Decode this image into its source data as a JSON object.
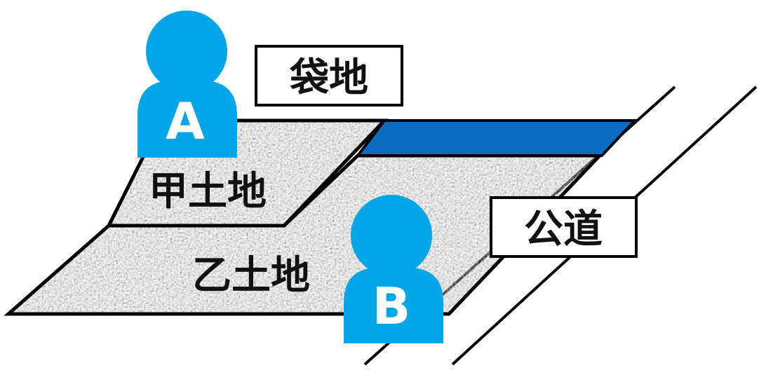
{
  "labels": {
    "landlocked": "袋地",
    "public_road": "公道",
    "land_a": "甲土地",
    "land_b": "乙土地"
  },
  "people": {
    "a": "A",
    "b": "B"
  },
  "colors": {
    "person": "#00A6E8",
    "strip": "#0A6CC0",
    "outline": "#000000",
    "land_gray": "#9a9a9a"
  }
}
